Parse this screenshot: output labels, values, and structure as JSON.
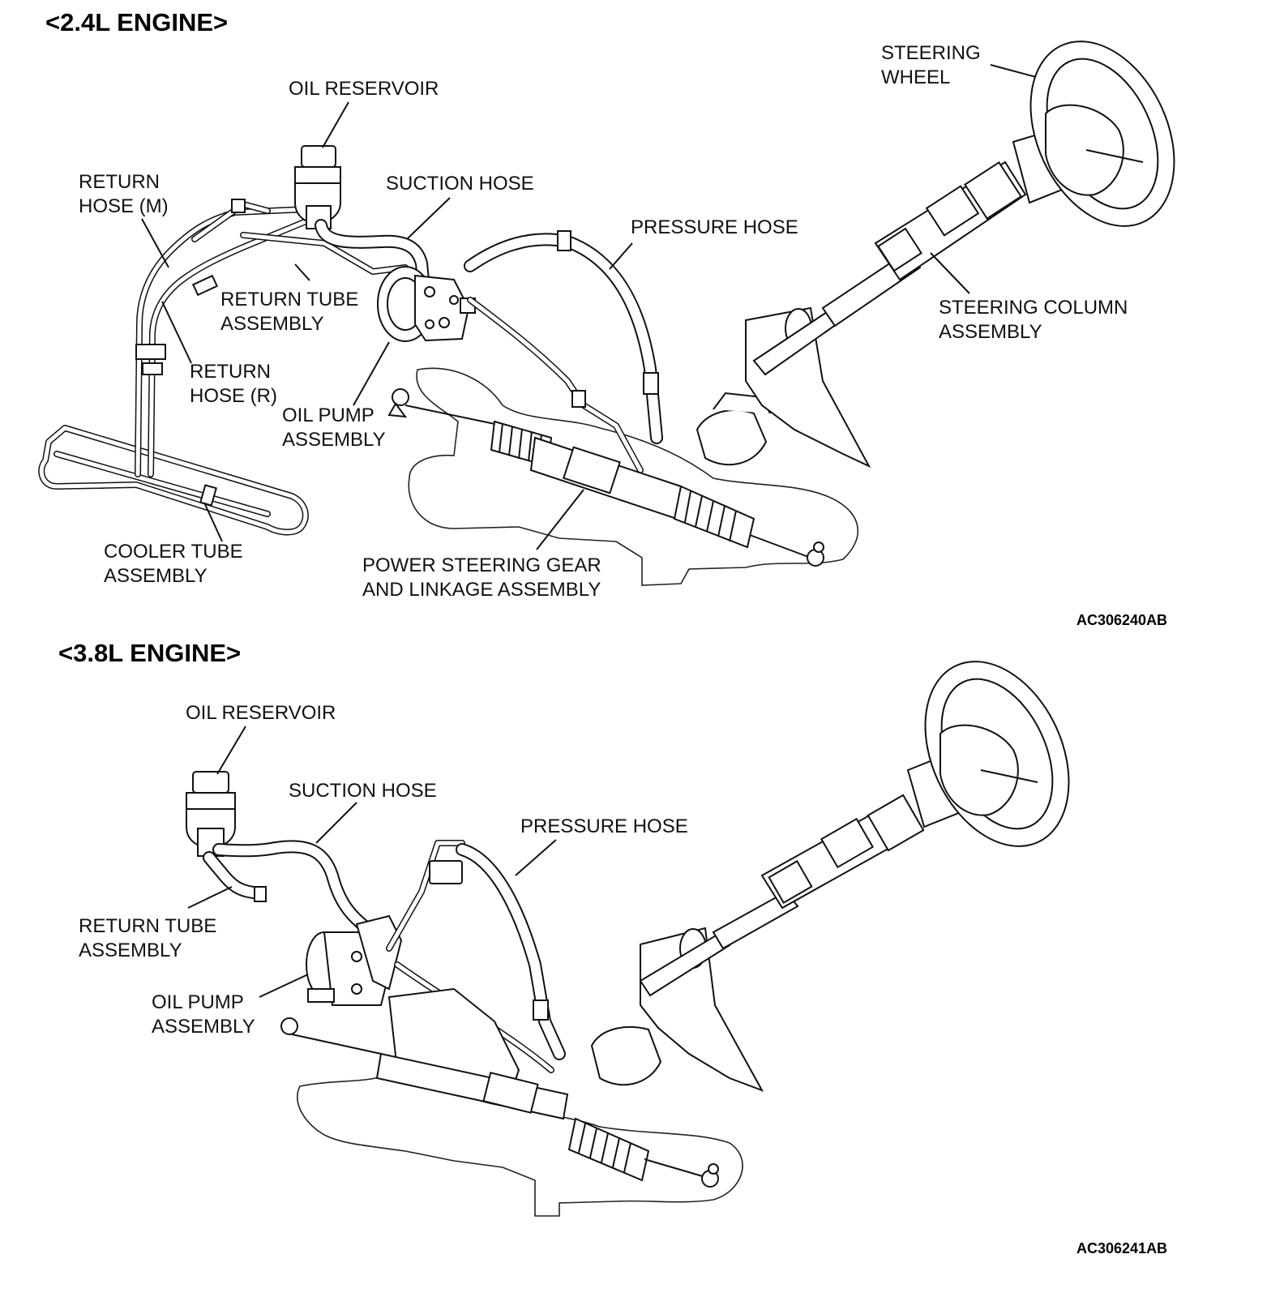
{
  "diagrams": [
    {
      "header": "<2.4L ENGINE>",
      "code": "AC306240AB",
      "labels": {
        "steering_wheel": [
          "STEERING",
          "WHEEL"
        ],
        "oil_reservoir": [
          "OIL RESERVOIR"
        ],
        "return_hose_m": [
          "RETURN",
          "HOSE (M)"
        ],
        "suction_hose": [
          "SUCTION HOSE"
        ],
        "pressure_hose": [
          "PRESSURE HOSE"
        ],
        "return_tube": [
          "RETURN TUBE",
          "ASSEMBLY"
        ],
        "steering_column": [
          "STEERING COLUMN",
          "ASSEMBLY"
        ],
        "return_hose_r": [
          "RETURN",
          "HOSE (R)"
        ],
        "oil_pump": [
          "OIL PUMP",
          "ASSEMBLY"
        ],
        "cooler_tube": [
          "COOLER TUBE",
          "ASSEMBLY"
        ],
        "gear_linkage": [
          "POWER STEERING GEAR",
          "AND LINKAGE ASSEMBLY"
        ]
      }
    },
    {
      "header": "<3.8L ENGINE>",
      "code": "AC306241AB",
      "labels": {
        "oil_reservoir": [
          "OIL RESERVOIR"
        ],
        "suction_hose": [
          "SUCTION HOSE"
        ],
        "pressure_hose": [
          "PRESSURE HOSE"
        ],
        "return_tube": [
          "RETURN TUBE",
          "ASSEMBLY"
        ],
        "oil_pump": [
          "OIL PUMP",
          "ASSEMBLY"
        ]
      }
    }
  ]
}
